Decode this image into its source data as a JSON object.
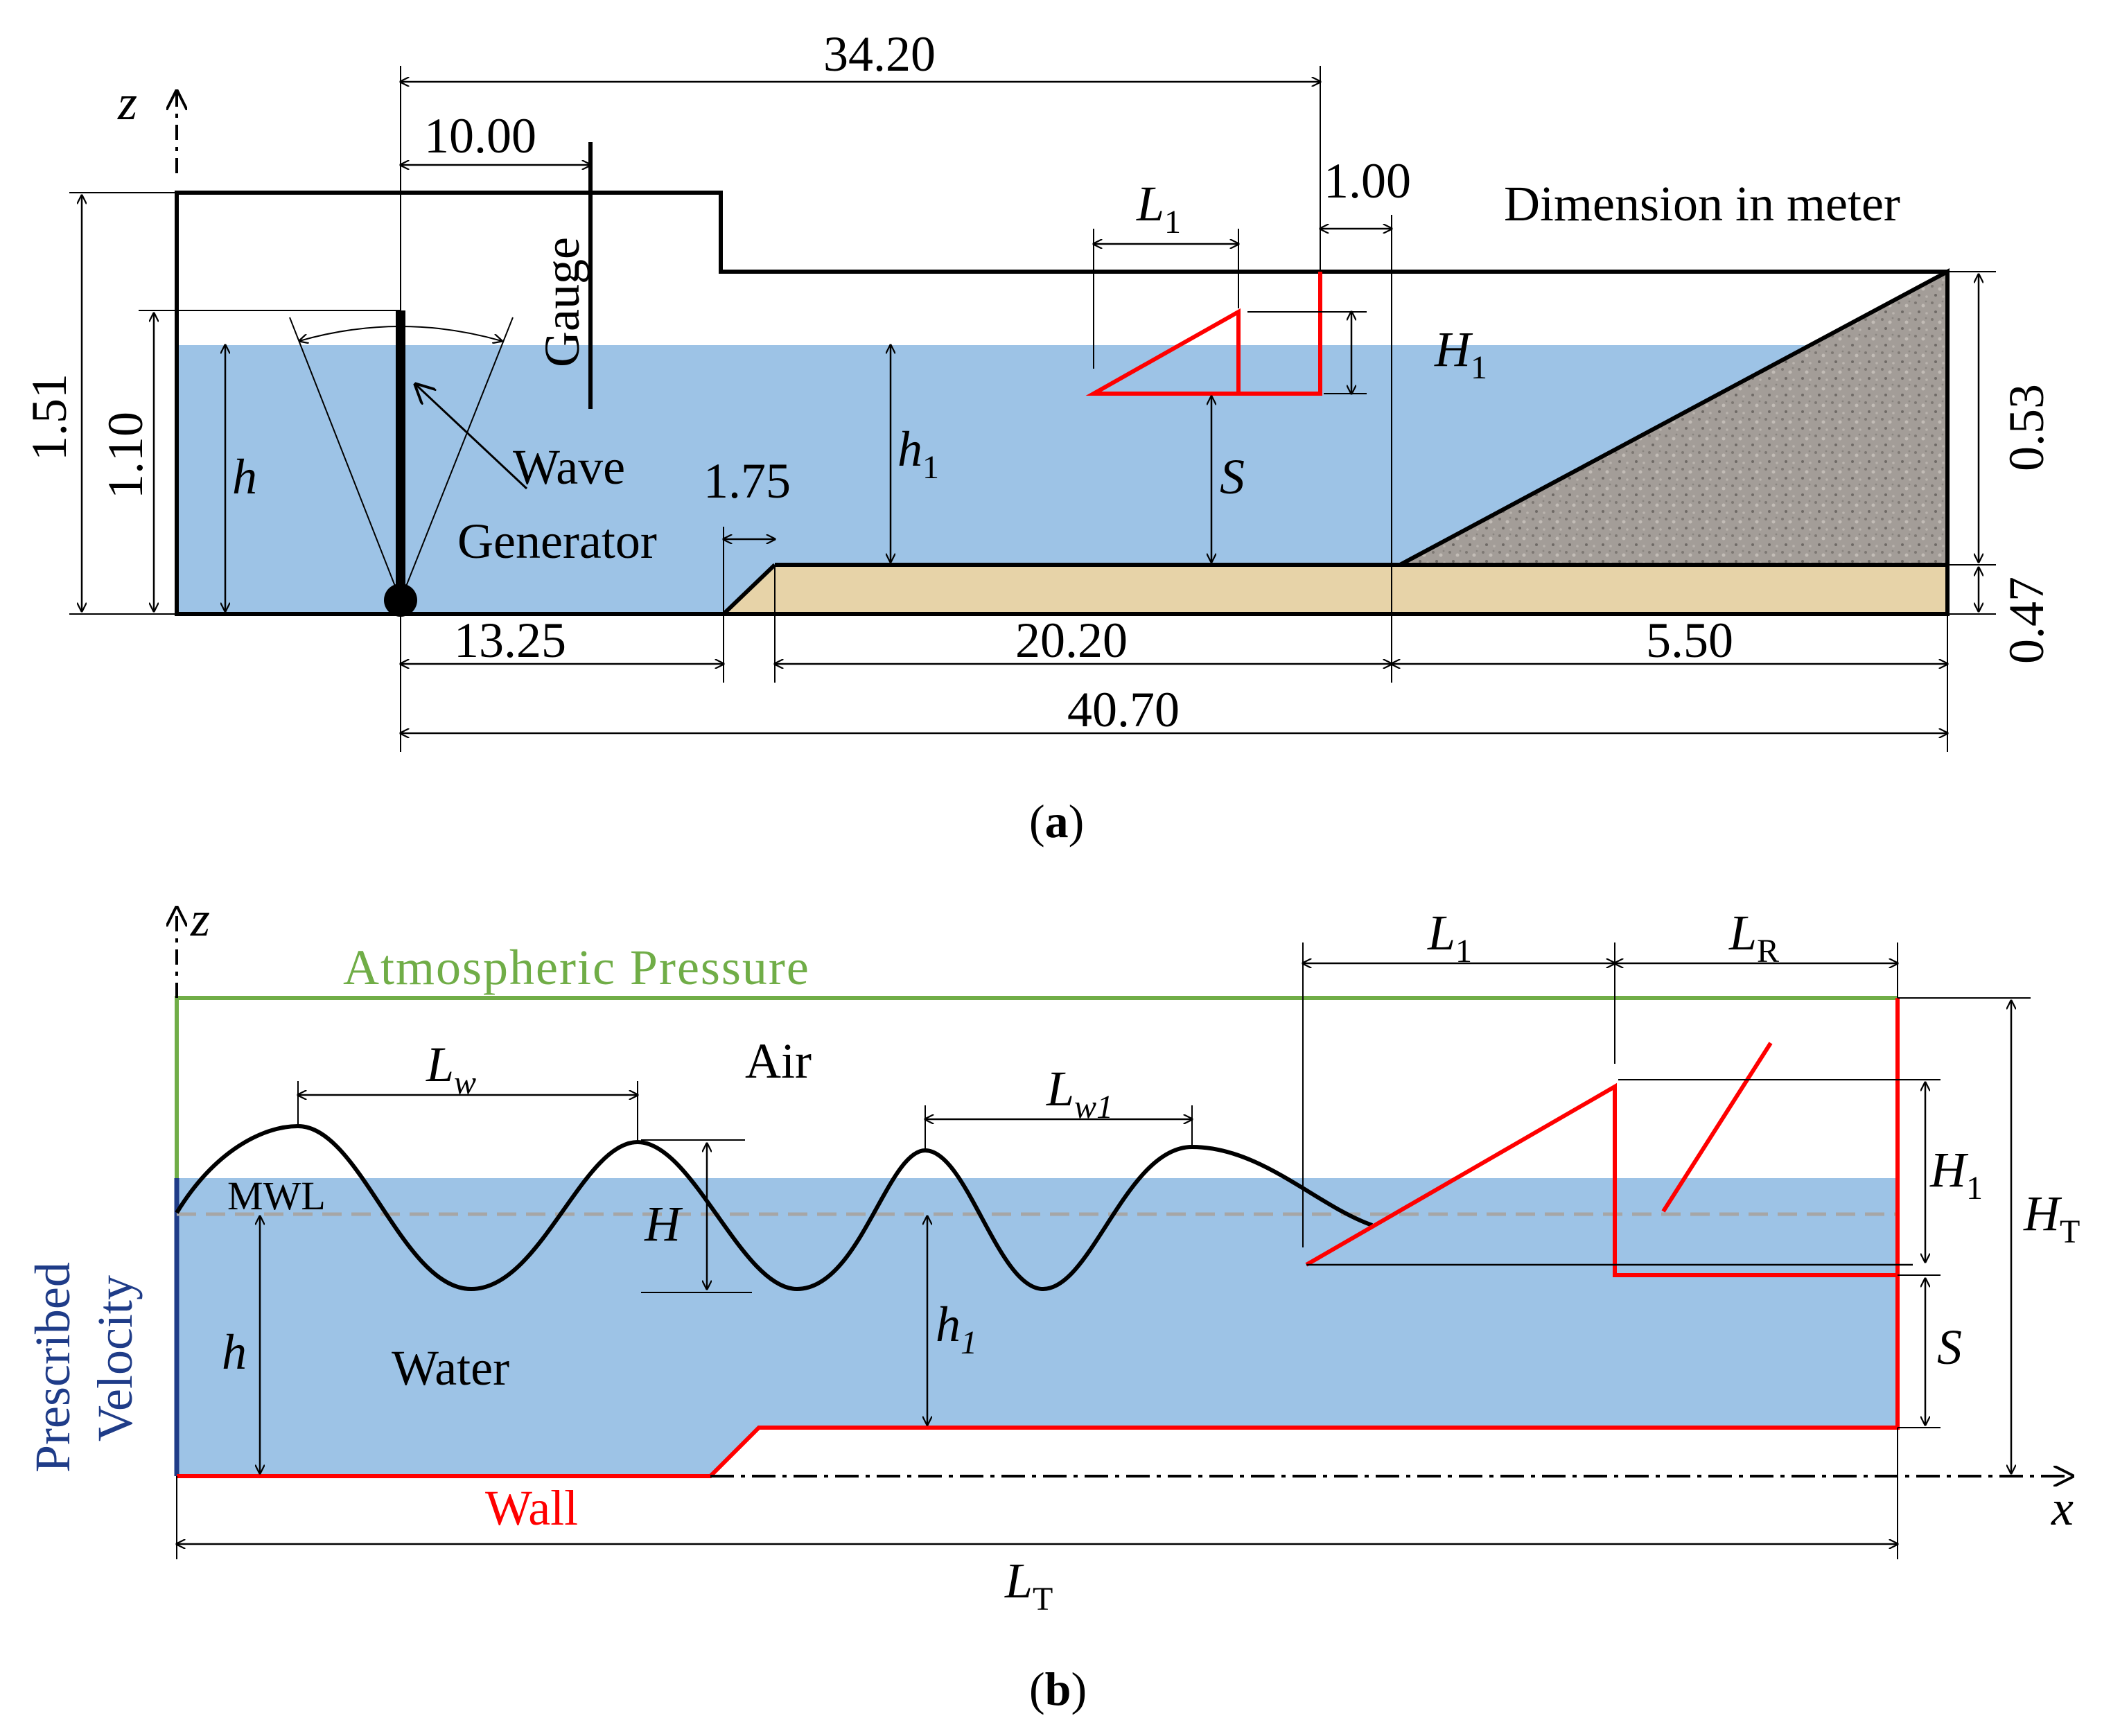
{
  "colors": {
    "water": "#9dc3e6",
    "sand": "#e7d3a8",
    "gravel": "#a39d98",
    "wall": "#ff0000",
    "atmosphere": "#70ad47",
    "inlet": "#1f3c88",
    "outline": "#000000"
  },
  "panel_a": {
    "z_axis": "z",
    "dim_34_20": "34.20",
    "dim_10_00": "10.00",
    "dim_1_00": "1.00",
    "dim_1_51": "1.51",
    "dim_1_10": "1.10",
    "h": "h",
    "gauge": "Gauge",
    "wave": "Wave",
    "generator": "Generator",
    "dim_1_75": "1.75",
    "h1": "h",
    "h1_sub": "1",
    "L1": "L",
    "L1_sub": "1",
    "S": "S",
    "H1": "H",
    "H1_sub": "1",
    "dimension_note": "Dimension in meter",
    "dim_0_53": "0.53",
    "dim_0_47": "0.47",
    "dim_13_25": "13.25",
    "dim_20_20": "20.20",
    "dim_5_50": "5.50",
    "dim_40_70": "40.70",
    "caption": "(a)",
    "caption_open": "(",
    "caption_letter": "a",
    "caption_close": ")"
  },
  "panel_b": {
    "z_axis": "z",
    "x_axis": "x",
    "atmospheric": "Atmospheric Pressure",
    "air": "Air",
    "water": "Water",
    "mwl": "MWL",
    "Lw": "L",
    "Lw_sub": "w",
    "Lw1": "L",
    "Lw1_sub": "w1",
    "L1": "L",
    "L1_sub": "1",
    "LR": "L",
    "LR_sub": "R",
    "H": "H",
    "H1": "H",
    "H1_sub": "1",
    "HT": "H",
    "HT_sub": "T",
    "S": "S",
    "h": "h",
    "h1": "h",
    "h1_sub": "1",
    "prescribed": "Prescribed",
    "velocity": "Velocity",
    "wall": "Wall",
    "LT": "L",
    "LT_sub": "T",
    "caption_open": "(",
    "caption_letter": "b",
    "caption_close": ")"
  }
}
